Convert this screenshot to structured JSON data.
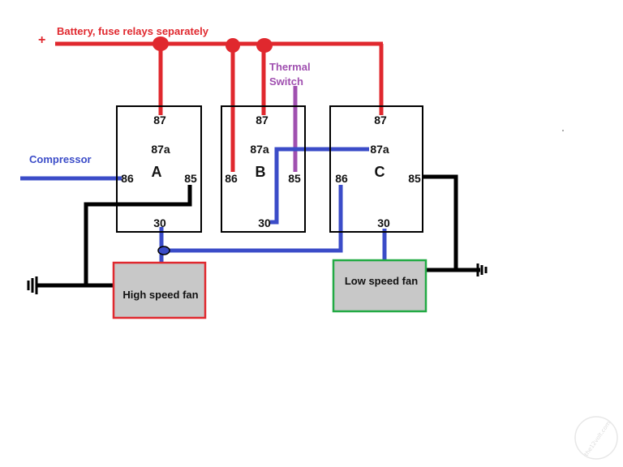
{
  "supply": {
    "plus_sign": "+",
    "label": "Battery, fuse relays separately"
  },
  "thermal_switch": {
    "line1": "Thermal",
    "line2": "Switch"
  },
  "compressor": {
    "label": "Compressor"
  },
  "relays": [
    {
      "name": "A",
      "pin_87": "87",
      "pin_87a": "87a",
      "pin_86": "86",
      "pin_85": "85",
      "pin_30": "30"
    },
    {
      "name": "B",
      "pin_87": "87",
      "pin_87a": "87a",
      "pin_86": "86",
      "pin_85": "85",
      "pin_30": "30"
    },
    {
      "name": "C",
      "pin_87": "87",
      "pin_87a": "87a",
      "pin_86": "86",
      "pin_85": "85",
      "pin_30": "30"
    }
  ],
  "fans": {
    "high": {
      "label": "High speed fan",
      "border_color": "#e0282e"
    },
    "low": {
      "label": "Low speed fan",
      "border_color": "#22aa44"
    }
  },
  "colors": {
    "power": "#e0282e",
    "signal": "#3b4cc8",
    "ground": "#000000",
    "thermal": "#a050b0",
    "fan_fill": "#c8c8c8"
  },
  "watermark": "the12volt.com"
}
